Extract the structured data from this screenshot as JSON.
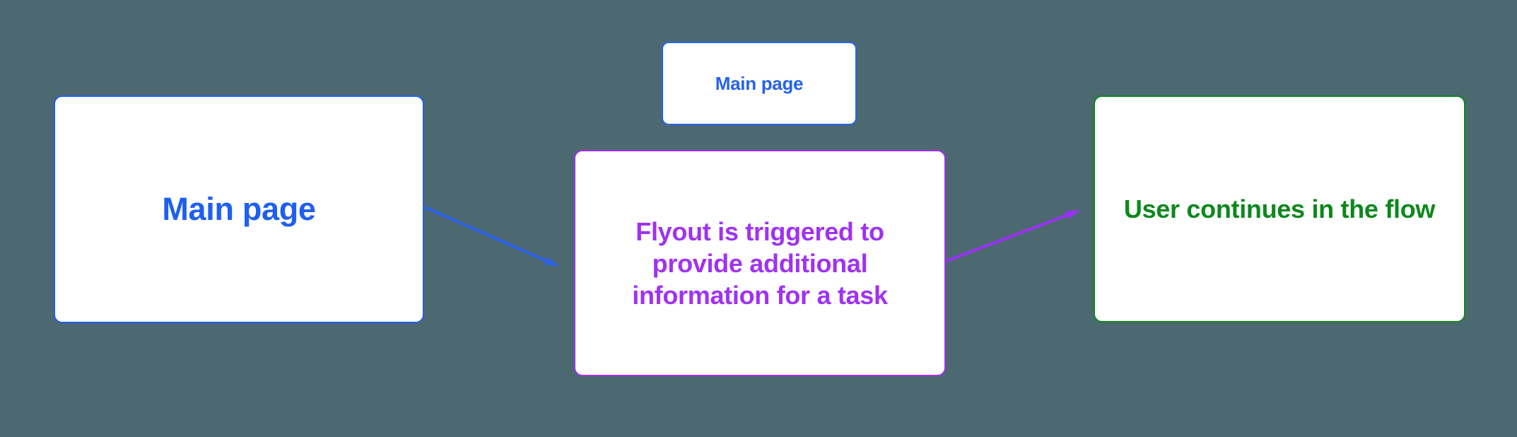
{
  "canvas": {
    "background_color": "#4C6971"
  },
  "nodes": {
    "main_left": {
      "label": "Main page",
      "color": "#1E5FF0",
      "fill": "#FFFFFF"
    },
    "main_small": {
      "label": "Main page",
      "color": "#2563EB",
      "fill": "#FFFFFF"
    },
    "flyout": {
      "label": "Flyout is triggered to\nprovide additional\ninformation for a task",
      "color": "#A032F0",
      "fill": "#FFFFFF"
    },
    "user_flow": {
      "label": "User continues in the flow",
      "color": "#0D881D",
      "fill": "#FFFFFF"
    }
  },
  "connectors": {
    "main_to_flyout": {
      "color": "#2B62E9"
    },
    "flyout_to_user": {
      "color": "#9B30F5"
    }
  }
}
